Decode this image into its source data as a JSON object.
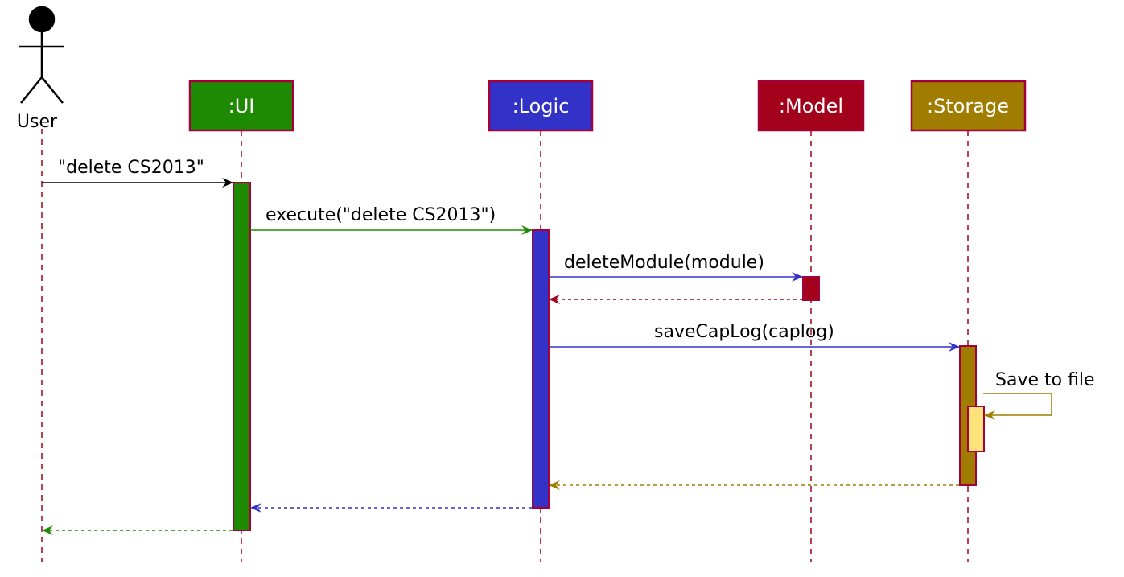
{
  "actor": {
    "name": "User"
  },
  "participants": [
    {
      "id": "ui",
      "label": ":UI",
      "color": "#1e8a04"
    },
    {
      "id": "logic",
      "label": ":Logic",
      "color": "#3232c8"
    },
    {
      "id": "model",
      "label": ":Model",
      "color": "#a3001c"
    },
    {
      "id": "storage",
      "label": ":Storage",
      "color": "#a07c00"
    }
  ],
  "messages": {
    "user_to_ui": "\"delete CS2013\"",
    "ui_to_logic": "execute(\"delete CS2013\")",
    "logic_to_model": "deleteModule(module)",
    "logic_to_storage": "saveCapLog(caplog)",
    "storage_self": "Save to file"
  },
  "colors": {
    "lifeline": "#a3001c",
    "box_border": "#a3003c",
    "self_activation": "#ffe27a",
    "user_arrow": "#000000"
  }
}
